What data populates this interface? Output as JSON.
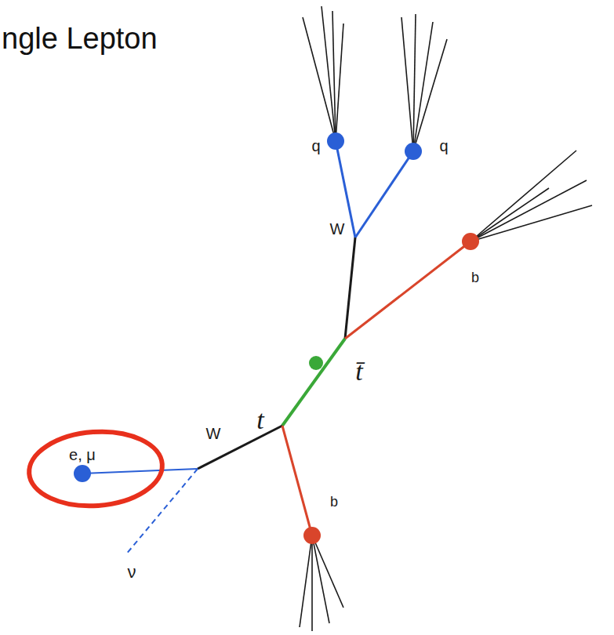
{
  "diagram": {
    "title": "ngle Lepton",
    "nodes": [
      {
        "text": [
          "e, μ"
        ]
      }
    ],
    "labels": [
      "q",
      "q",
      "W",
      "b",
      "t",
      "t̄",
      "W",
      "b",
      "ν"
    ]
  }
}
